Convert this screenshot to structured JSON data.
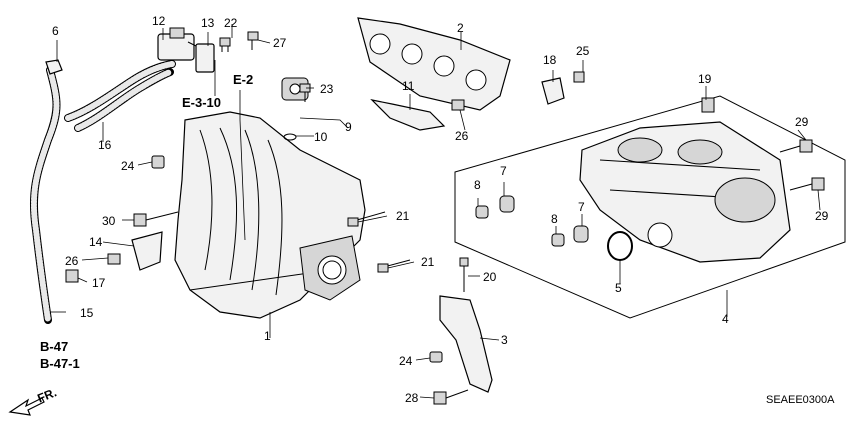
{
  "diagram": {
    "callouts": [
      "1",
      "2",
      "3",
      "4",
      "5",
      "6",
      "7",
      "7",
      "8",
      "8",
      "9",
      "10",
      "11",
      "12",
      "13",
      "14",
      "15",
      "16",
      "17",
      "18",
      "19",
      "20",
      "21",
      "21",
      "22",
      "23",
      "24",
      "24",
      "25",
      "26",
      "26",
      "27",
      "28",
      "29",
      "29",
      "30"
    ],
    "refs": {
      "e2": "E-2",
      "e310": "E-3-10",
      "b47": "B-47",
      "b471": "B-47-1"
    },
    "front_label": "FR.",
    "diagram_code": "SEAEE0300A"
  }
}
